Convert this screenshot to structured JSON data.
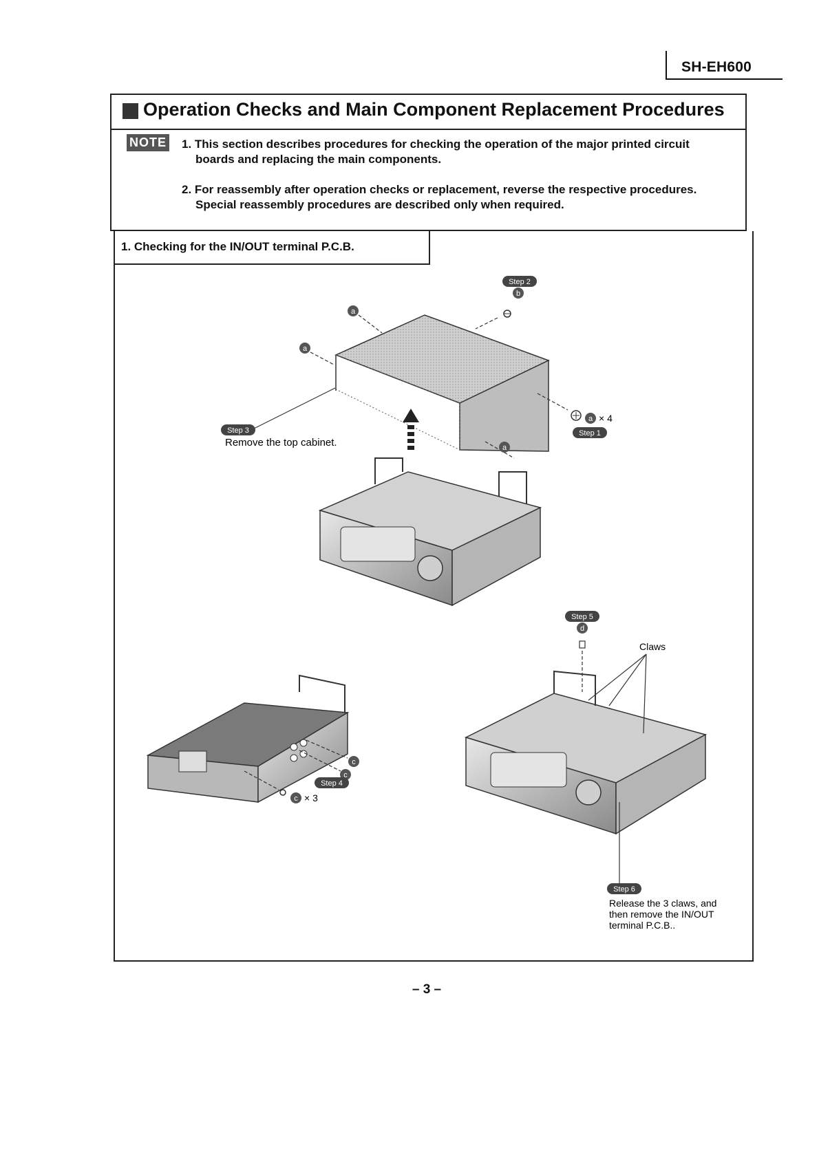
{
  "header": {
    "model": "SH-EH600"
  },
  "title": "Operation Checks and Main Component Replacement Procedures",
  "note": {
    "badge": "NOTE",
    "item1_line1": "1. This section describes procedures for checking the operation of the major printed circuit",
    "item1_line2": "boards and replacing the main components.",
    "item2_line1": "2. For reassembly after operation checks or replacement, reverse the respective procedures.",
    "item2_line2": "Special reassembly procedures are described only when required."
  },
  "section": {
    "title": "1. Checking for the IN/OUT terminal P.C.B."
  },
  "diagram": {
    "step1": "Step 1",
    "step2": "Step 2",
    "step3": "Step 3",
    "step4": "Step 4",
    "step5": "Step 5",
    "step6": "Step 6",
    "step3_caption": "Remove the top cabinet.",
    "qty_a": "× 4",
    "qty_c": "× 3",
    "claws": "Claws",
    "step6_line1": "Release the 3 claws, and",
    "step6_line2": "then remove the IN/OUT",
    "step6_line3": "terminal P.C.B..",
    "screw_a": "a",
    "screw_b": "b",
    "screw_c": "c",
    "screw_d": "d"
  },
  "footer": {
    "page": "– 3 –"
  }
}
